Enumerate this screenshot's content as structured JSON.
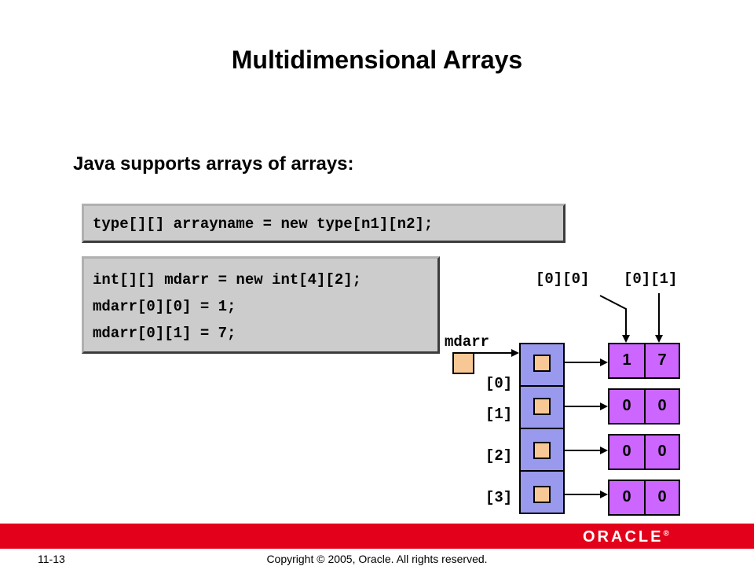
{
  "slide": {
    "title": "Multidimensional Arrays",
    "subtitle": "Java supports arrays of arrays:",
    "syntax_code": "type[][] arrayname = new type[n1][n2];",
    "example_code": [
      "int[][] mdarr = new int[4][2];",
      "mdarr[0][0] = 1;",
      "mdarr[0][1] = 7;"
    ]
  },
  "diagram": {
    "variable_label": "mdarr",
    "row_labels": [
      "[0]",
      "[1]",
      "[2]",
      "[3]"
    ],
    "column_labels": [
      "[0][0]",
      "[0][1]"
    ],
    "values": [
      [
        "1",
        "7"
      ],
      [
        "0",
        "0"
      ],
      [
        "0",
        "0"
      ],
      [
        "0",
        "0"
      ]
    ],
    "colors": {
      "reference": "#f7c896",
      "row_array": "#9999ee",
      "element": "#cc66ff",
      "code_box": "#cccccc"
    }
  },
  "footer": {
    "slide_number": "11-13",
    "copyright": "Copyright © 2005, Oracle.  All rights reserved.",
    "logo": "ORACLE",
    "logo_mark": "®",
    "brand_color": "#e3001a"
  }
}
